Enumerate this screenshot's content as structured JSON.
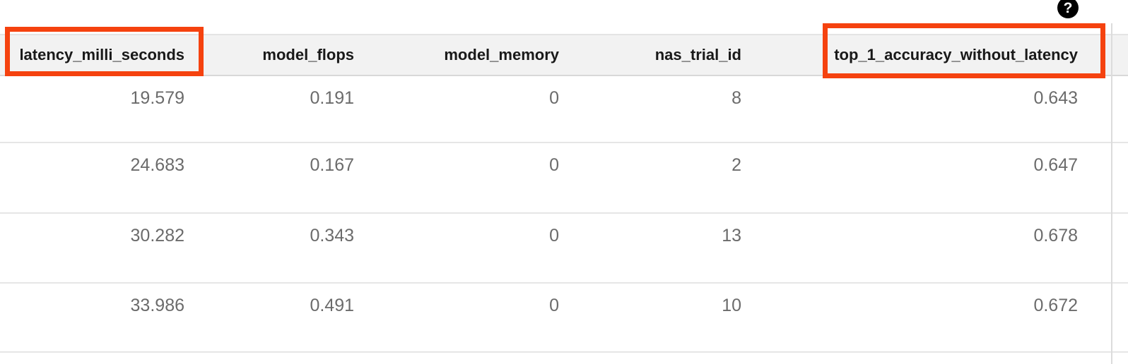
{
  "help": {
    "glyph": "?"
  },
  "table": {
    "columns": [
      "latency_milli_seconds",
      "model_flops",
      "model_memory",
      "nas_trial_id",
      "top_1_accuracy_without_latency"
    ],
    "rows": [
      [
        "19.579",
        "0.191",
        "0",
        "8",
        "0.643"
      ],
      [
        "24.683",
        "0.167",
        "0",
        "2",
        "0.647"
      ],
      [
        "30.282",
        "0.343",
        "0",
        "13",
        "0.678"
      ],
      [
        "33.986",
        "0.491",
        "0",
        "10",
        "0.672"
      ]
    ]
  },
  "annotations": {
    "highlight_color": "#f5420f",
    "highlighted_columns": [
      "latency_milli_seconds",
      "top_1_accuracy_without_latency"
    ]
  },
  "colors": {
    "header_background": "#f2f2f2",
    "header_text": "#191919",
    "value_text": "#6b6b6b",
    "row_border": "#e6e6e6",
    "help_icon_background": "#000000"
  }
}
